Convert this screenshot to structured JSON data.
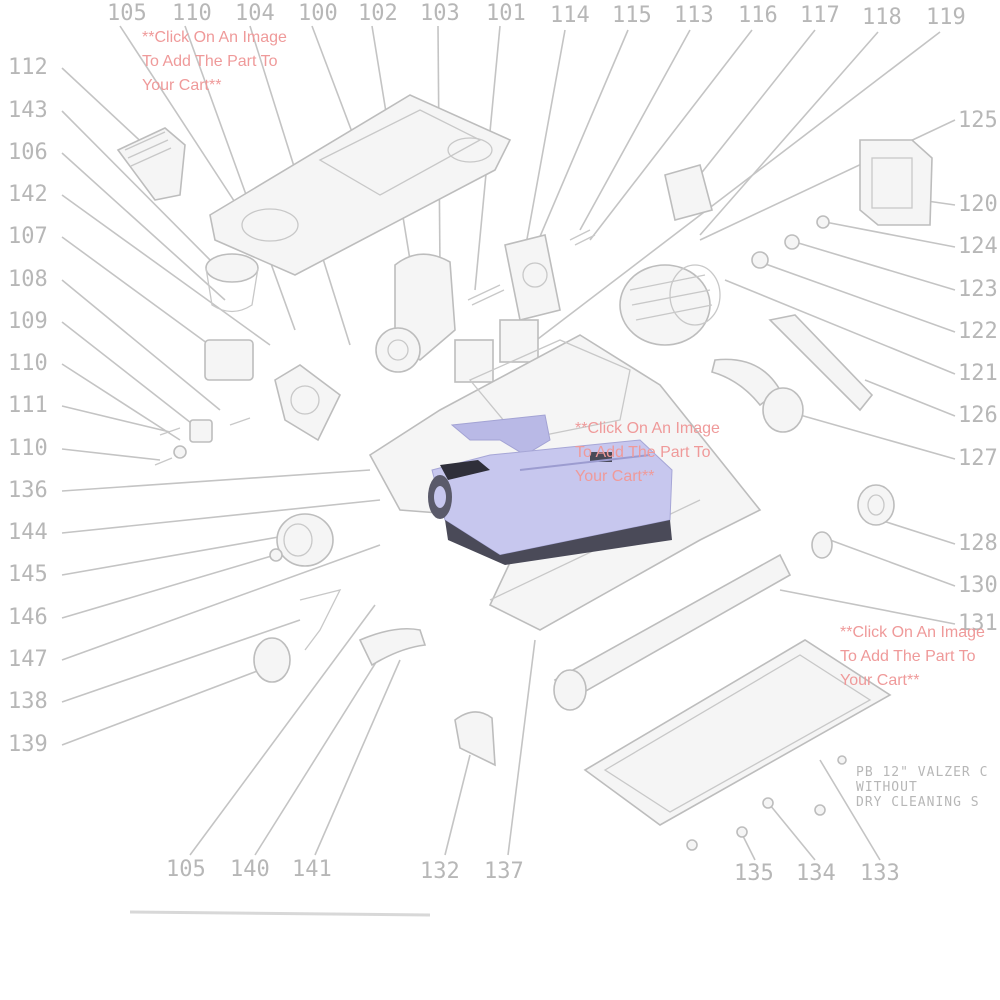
{
  "callouts": {
    "top": [
      "105",
      "110",
      "104",
      "100",
      "102",
      "103",
      "101",
      "114",
      "115",
      "113",
      "116",
      "117",
      "118",
      "119"
    ],
    "left": [
      "112",
      "143",
      "106",
      "142",
      "107",
      "108",
      "109",
      "110",
      "111",
      "110",
      "136",
      "144",
      "145",
      "146",
      "147",
      "138",
      "139"
    ],
    "right": [
      "125",
      "120",
      "124",
      "123",
      "122",
      "121",
      "126",
      "127",
      "128",
      "130",
      "131"
    ],
    "bottom": [
      "105",
      "140",
      "141",
      "132",
      "137",
      "135",
      "134",
      "133"
    ]
  },
  "model_note": [
    "PB 12\" VALZER C",
    "WITHOUT",
    "DRY CLEANING S"
  ],
  "cart_hints": [
    "**Click On An Image To Add The Part To Your Cart**",
    "**Click On An Image To Add The Part To Your Cart**",
    "**Click On An Image To Add The Part To Your Cart**"
  ],
  "colors": {
    "line_art": "#bdbdbd",
    "hint_text": "#ef9a9a",
    "highlight_part": "#b9b9e6",
    "highlight_dark": "#4a4a58"
  },
  "highlighted_part": "power-nozzle-assembly"
}
